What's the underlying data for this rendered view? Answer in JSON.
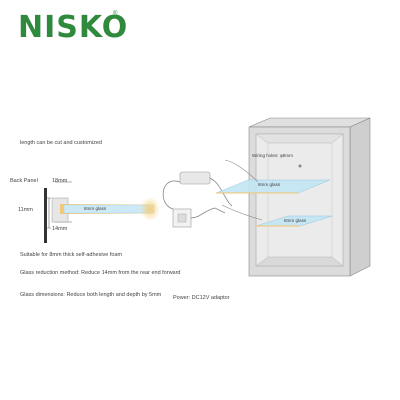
{
  "brand": {
    "logo": "NISKO",
    "reg_mark": "®"
  },
  "notes": {
    "cut": "length can be cut and customized",
    "foam": "Suitable for 8mm thick self-adhesive foam",
    "reduction": "Glass reduction method: Reduce 14mm from the rear end forward",
    "dimensions": "Glass dimensions: Reduce both length and depth by 5mm",
    "power": "Power: DC12V adaptor"
  },
  "profile": {
    "back_panel": "Back Panel",
    "dim_18": "18mm",
    "dim_11": "11mm",
    "dim_14": "14mm",
    "glass": "8mm glass"
  },
  "cabinet": {
    "wiring": "Wiring holes: φ8mm",
    "glass_upper": "8mm glass",
    "glass_lower": "8mm glass"
  },
  "colors": {
    "brand_green": "#2f8a3e",
    "led_glow": "#f3c46a",
    "glass": "#bfe3f2"
  }
}
